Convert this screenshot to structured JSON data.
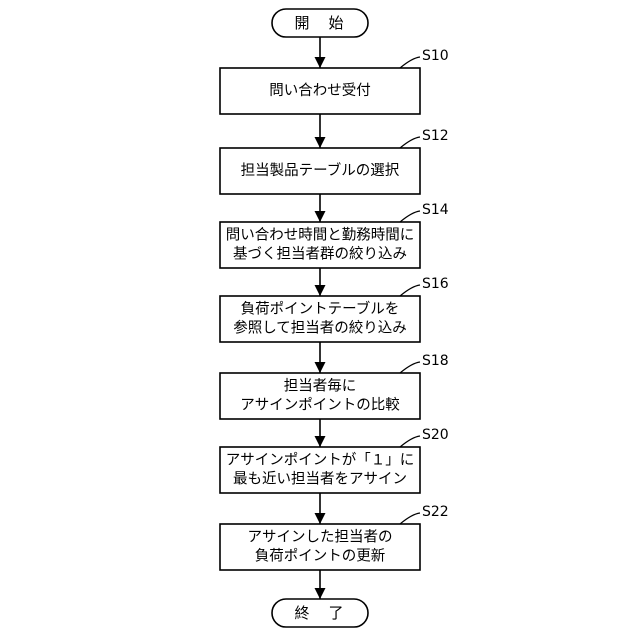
{
  "start_label": "開　始",
  "end_label": "終　了",
  "steps": [
    {
      "id": "S10",
      "lines": [
        "問い合わせ受付"
      ]
    },
    {
      "id": "S12",
      "lines": [
        "担当製品テーブルの選択"
      ]
    },
    {
      "id": "S14",
      "lines": [
        "問い合わせ時間と勤務時間に",
        "基づく担当者群の絞り込み"
      ]
    },
    {
      "id": "S16",
      "lines": [
        "負荷ポイントテーブルを",
        "参照して担当者の絞り込み"
      ]
    },
    {
      "id": "S18",
      "lines": [
        "担当者毎に",
        "アサインポイントの比較"
      ]
    },
    {
      "id": "S20",
      "lines": [
        "アサインポイントが「１」に",
        "最も近い担当者をアサイン"
      ]
    },
    {
      "id": "S22",
      "lines": [
        "アサインした担当者の",
        "負荷ポイントの更新"
      ]
    }
  ]
}
